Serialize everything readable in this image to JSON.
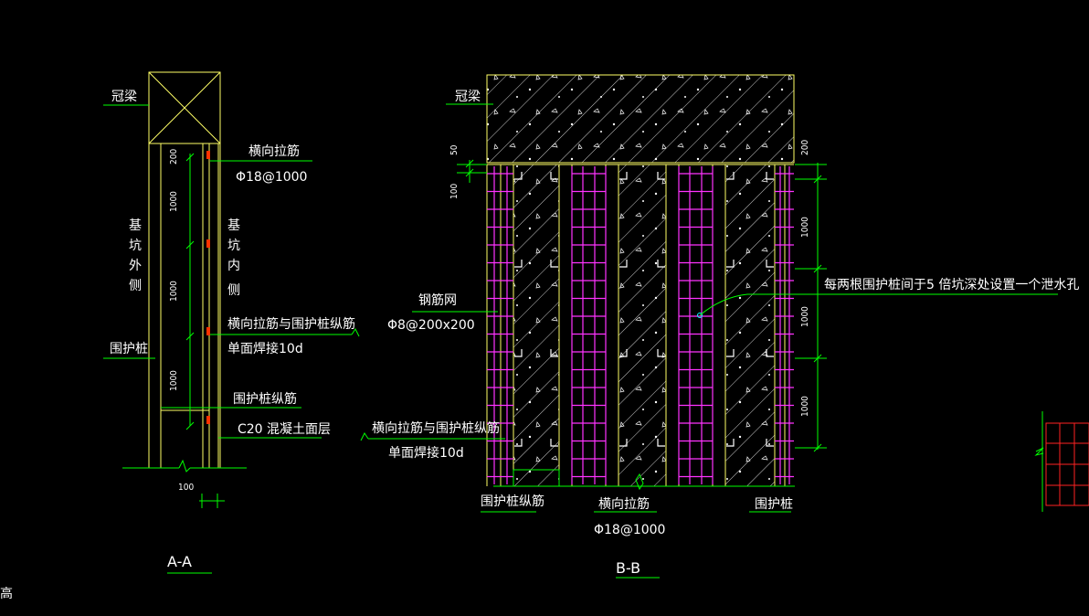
{
  "colors": {
    "background": "#000000",
    "outline": "#ffff66",
    "leader": "#00ff00",
    "rebar": "#ff33ff",
    "weld": "#ff3300",
    "text": "#ffffff",
    "hole": "#00ffff",
    "red_grid": "#ff2222"
  },
  "section_aa": {
    "crown_beam": "冠梁",
    "tie_bar": "横向拉筋",
    "tie_bar_spec": "Φ18@1000",
    "outer_side": [
      "基",
      "坑",
      "外",
      "侧"
    ],
    "inner_side": [
      "基",
      "坑",
      "内",
      "侧"
    ],
    "weld_note_1": "横向拉筋与围护桩纵筋",
    "weld_note_2": "单面焊接10d",
    "pile": "围护桩",
    "long_bar": "围护桩纵筋",
    "concrete": "C20  混凝土面层",
    "dims": [
      "200",
      "1000",
      "1000",
      "1000"
    ],
    "bottom_dim": "100",
    "title": "A-A"
  },
  "section_bb": {
    "crown_beam": "冠梁",
    "dims_left": [
      "50",
      "100"
    ],
    "dim_right_top": "200",
    "dims_right": [
      "1000",
      "1000",
      "1000"
    ],
    "mesh": "钢筋网",
    "mesh_spec": "Φ8@200x200",
    "drain_note": "每两根围护桩间于5  倍坑深处设置一个泄水孔",
    "weld_note_1": "横向拉筋与围护桩纵筋",
    "weld_note_2": "单面焊接10d",
    "long_bar": "围护桩纵筋",
    "tie_bar": "横向拉筋",
    "tie_bar_spec": "Φ18@1000",
    "pile": "围护桩",
    "title": "B-B"
  },
  "edge_text": "高"
}
